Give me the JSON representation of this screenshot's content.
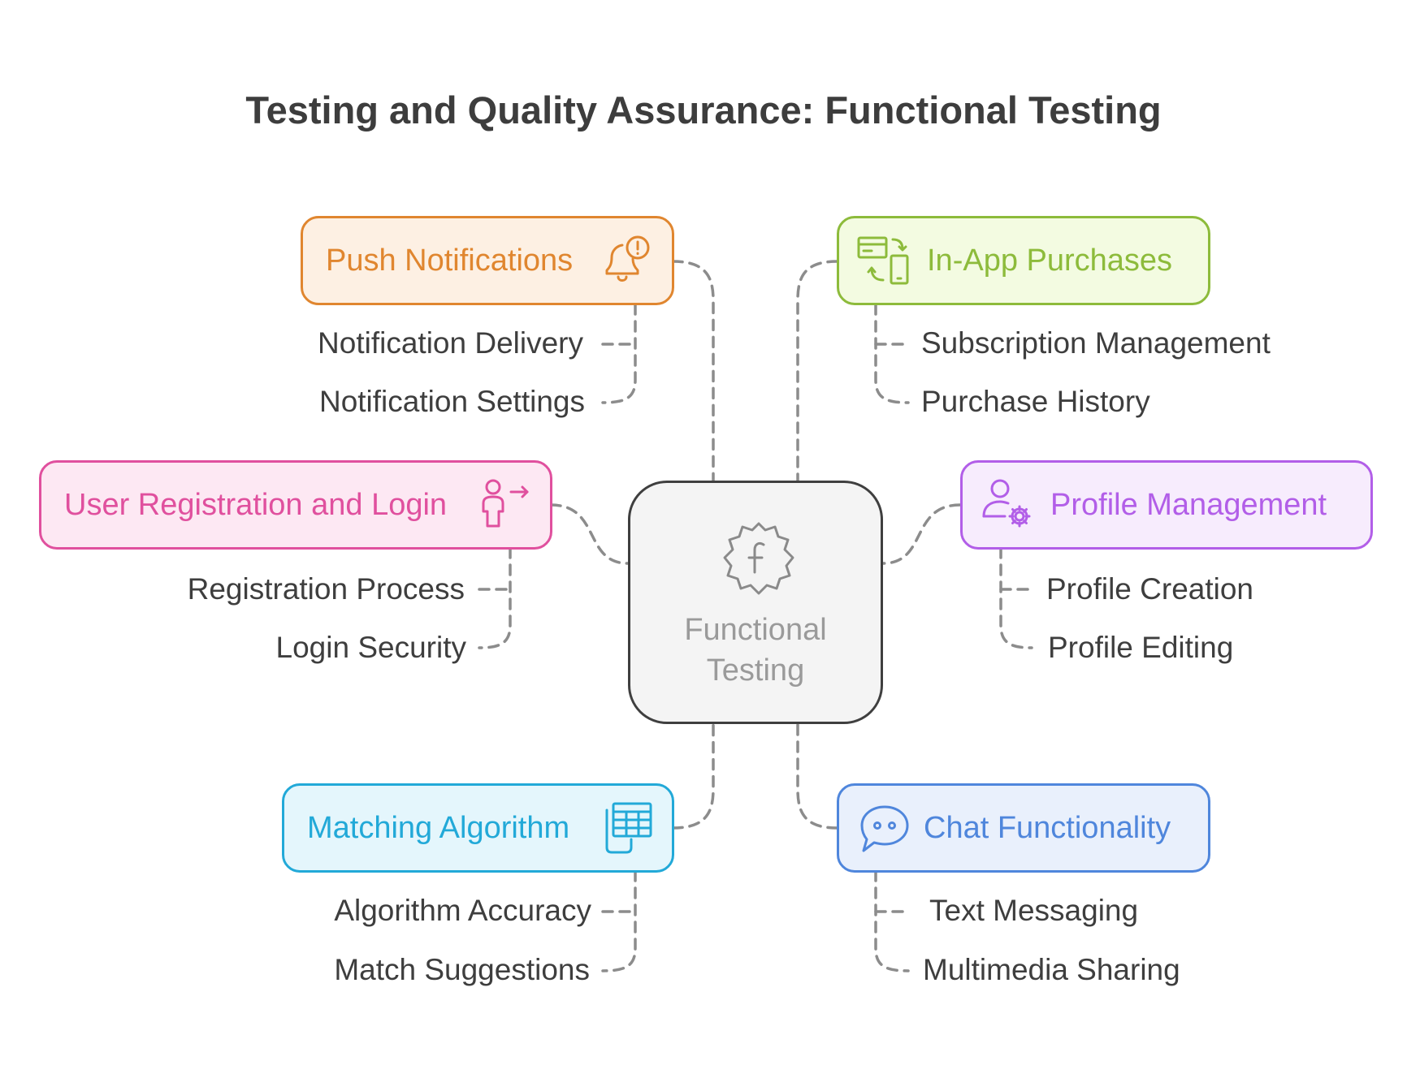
{
  "title": "Testing and Quality Assurance: Functional Testing",
  "center": {
    "label_line1": "Functional",
    "label_line2": "Testing",
    "icon": "gear-f-icon"
  },
  "branches": {
    "push": {
      "label": "Push Notifications",
      "icon": "bell-alert-icon",
      "color": "#e0862f",
      "fill": "#fdf0e3",
      "items": [
        "Notification Delivery",
        "Notification Settings"
      ]
    },
    "purchases": {
      "label": "In-App Purchases",
      "icon": "card-phone-exchange-icon",
      "color": "#8dbb3b",
      "fill": "#f3fbe1",
      "items": [
        "Subscription Management",
        "Purchase History"
      ]
    },
    "registration": {
      "label": "User Registration and Login",
      "icon": "user-login-icon",
      "color": "#e0509e",
      "fill": "#fde8f3",
      "items": [
        "Registration Process",
        "Login Security"
      ]
    },
    "profile": {
      "label": "Profile Management",
      "icon": "user-gear-icon",
      "color": "#b25ee8",
      "fill": "#f7ecfd",
      "items": [
        "Profile Creation",
        "Profile Editing"
      ]
    },
    "matching": {
      "label": "Matching Algorithm",
      "icon": "device-table-icon",
      "color": "#22a9d8",
      "fill": "#e4f6fc",
      "items": [
        "Algorithm Accuracy",
        "Match Suggestions"
      ]
    },
    "chat": {
      "label": "Chat Functionality",
      "icon": "chat-bubble-icon",
      "color": "#4f86dc",
      "fill": "#e9f0fc",
      "items": [
        "Text Messaging",
        "Multimedia Sharing"
      ]
    }
  },
  "connector_color": "#8c8c8c"
}
